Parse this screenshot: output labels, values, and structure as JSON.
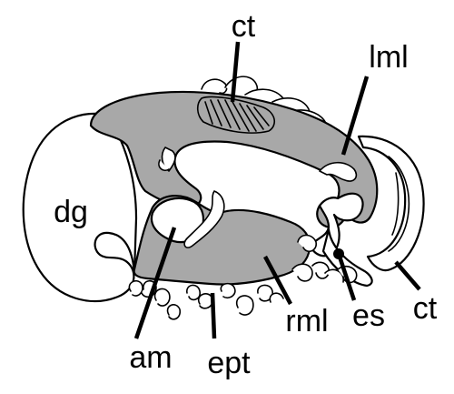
{
  "labels": {
    "ct_top": "ct",
    "lml": "lml",
    "dg": "dg",
    "es": "es",
    "ct_right": "ct",
    "rml": "rml",
    "am": "am",
    "ept": "ept"
  },
  "colors": {
    "shaded": "#a8a8a8",
    "line": "#000000",
    "background": "#ffffff"
  }
}
